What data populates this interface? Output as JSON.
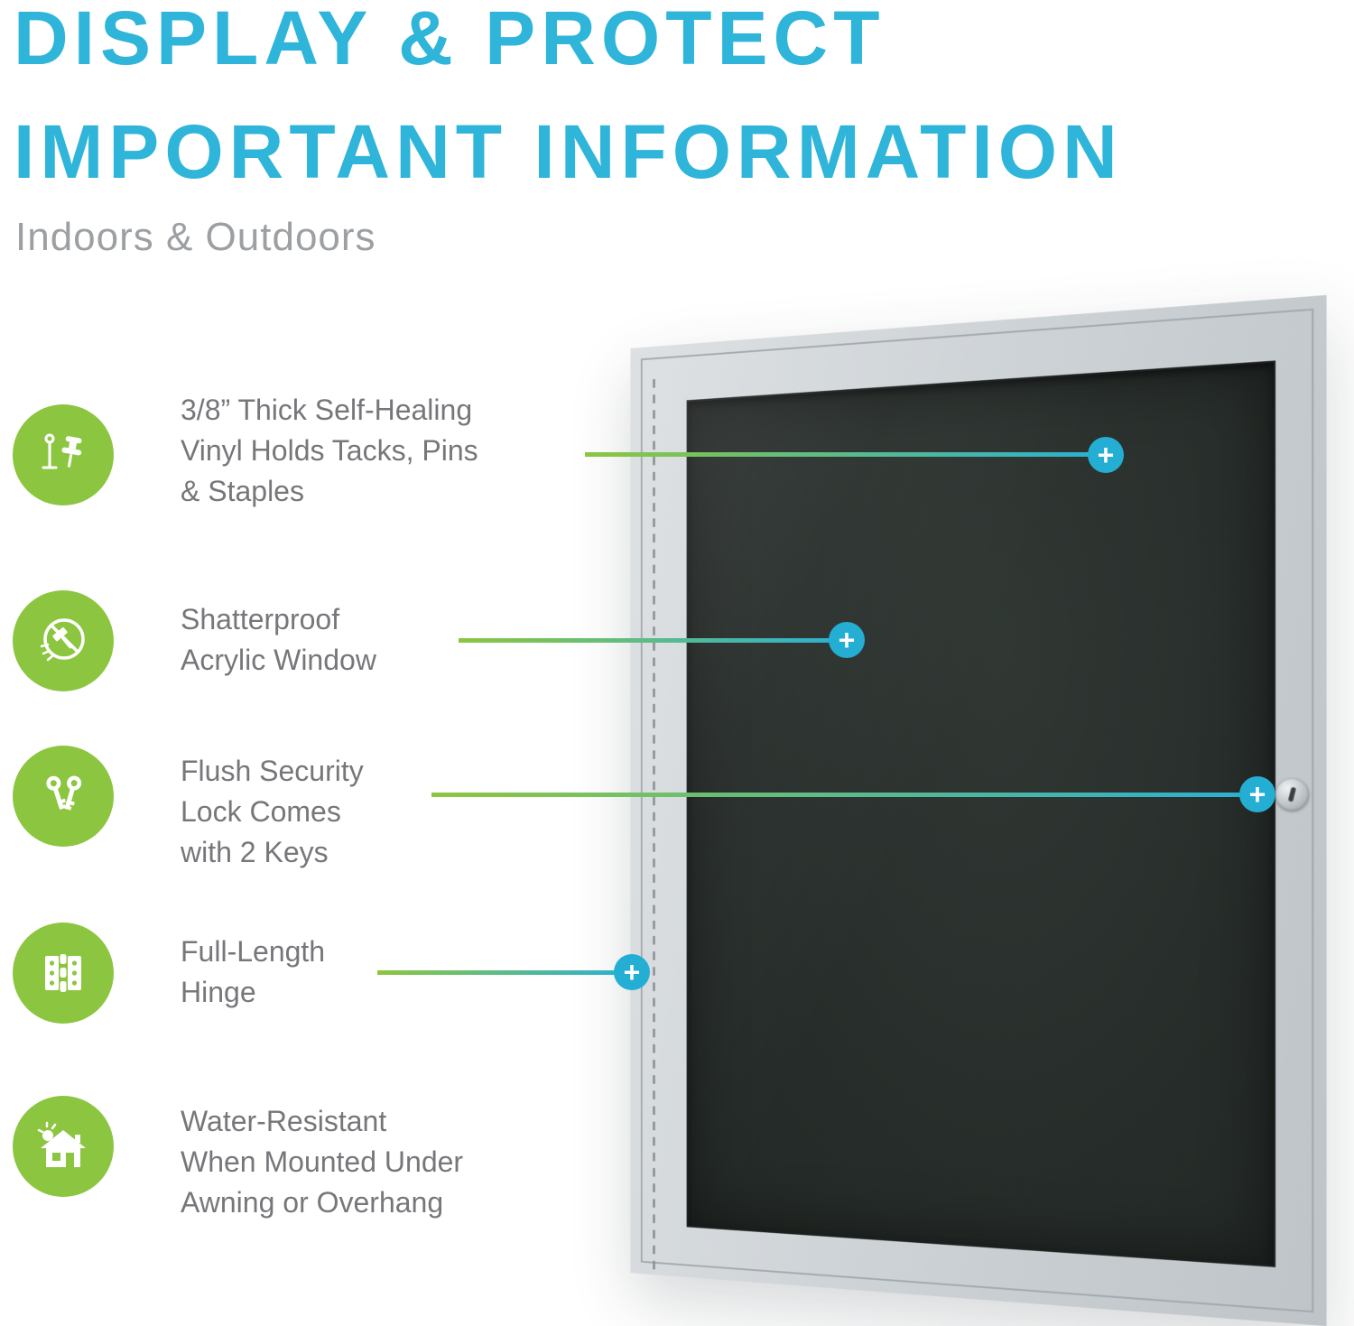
{
  "header": {
    "title_line1": "DISPLAY & PROTECT",
    "title_line2": "IMPORTANT INFORMATION",
    "subtitle": "Indoors & Outdoors"
  },
  "features": [
    {
      "icon": "tack-pins-icon",
      "lines": [
        "3/8” Thick Self-Healing",
        "Vinyl Holds Tacks, Pins",
        "& Staples"
      ]
    },
    {
      "icon": "shatterproof-icon",
      "lines": [
        "Shatterproof",
        "Acrylic Window"
      ]
    },
    {
      "icon": "security-keys-icon",
      "lines": [
        "Flush Security",
        "Lock Comes",
        "with 2 Keys"
      ]
    },
    {
      "icon": "hinge-icon",
      "lines": [
        "Full-Length",
        "Hinge"
      ]
    },
    {
      "icon": "water-resistant-icon",
      "lines": [
        "Water-Resistant",
        "When Mounted Under",
        "Awning or Overhang"
      ]
    }
  ],
  "callouts": {
    "plus": "+"
  },
  "board": {
    "description": "enclosed bulletin board with silver aluminum frame, dark vinyl surface, flush lock and full-length hinge"
  },
  "colors": {
    "heading_cyan": "#2fb4da",
    "accent_cyan": "#24aed4",
    "accent_green": "#8cc640",
    "text_gray": "#76777a",
    "subtitle_gray": "#9da0a3",
    "frame_silver": "#cdd2d6",
    "vinyl_dark": "#272d2a"
  }
}
